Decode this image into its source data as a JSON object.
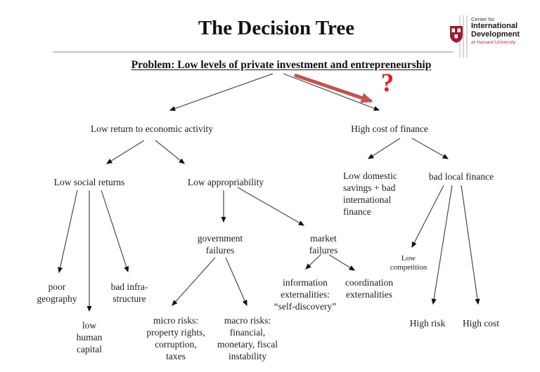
{
  "slide": {
    "title": "The Decision Tree",
    "problem": "Problem: Low levels of private investment and entrepreneurship",
    "question_mark": "?"
  },
  "logo": {
    "line1": "Center for",
    "line2": "International",
    "line3": "Development",
    "tagline": "at Harvard University"
  },
  "nodes": {
    "low_return": "Low return to economic activity",
    "high_cost_finance": "High cost of finance",
    "low_social_returns": "Low social returns",
    "low_appropriability": "Low appropriability",
    "low_domestic_savings": "Low domestic\nsavings + bad\ninternational\nfinance",
    "bad_local_finance": "bad local finance",
    "poor_geography": "poor\ngeography",
    "low_human_capital": "low\nhuman\ncapital",
    "bad_infrastructure": "bad infra-\nstructure",
    "government_failures": "government\nfailures",
    "market_failures": "market\nfailures",
    "micro_risks": "micro risks:\nproperty rights,\ncorruption,\ntaxes",
    "macro_risks": "macro risks:\nfinancial,\nmonetary, fiscal\ninstability",
    "information_externalities": "information\nexternalities:\n“self-discovery”",
    "coordination_externalities": "coordination\nexternalities",
    "low_competition": "Low\ncompetition",
    "high_risk": "High risk",
    "high_cost": "High cost"
  },
  "colors": {
    "highlight_arrow": "#c4534e",
    "question_mark": "#e01f1f",
    "harvard_crimson": "#9e1b32",
    "edge": "#4a4a4a"
  }
}
